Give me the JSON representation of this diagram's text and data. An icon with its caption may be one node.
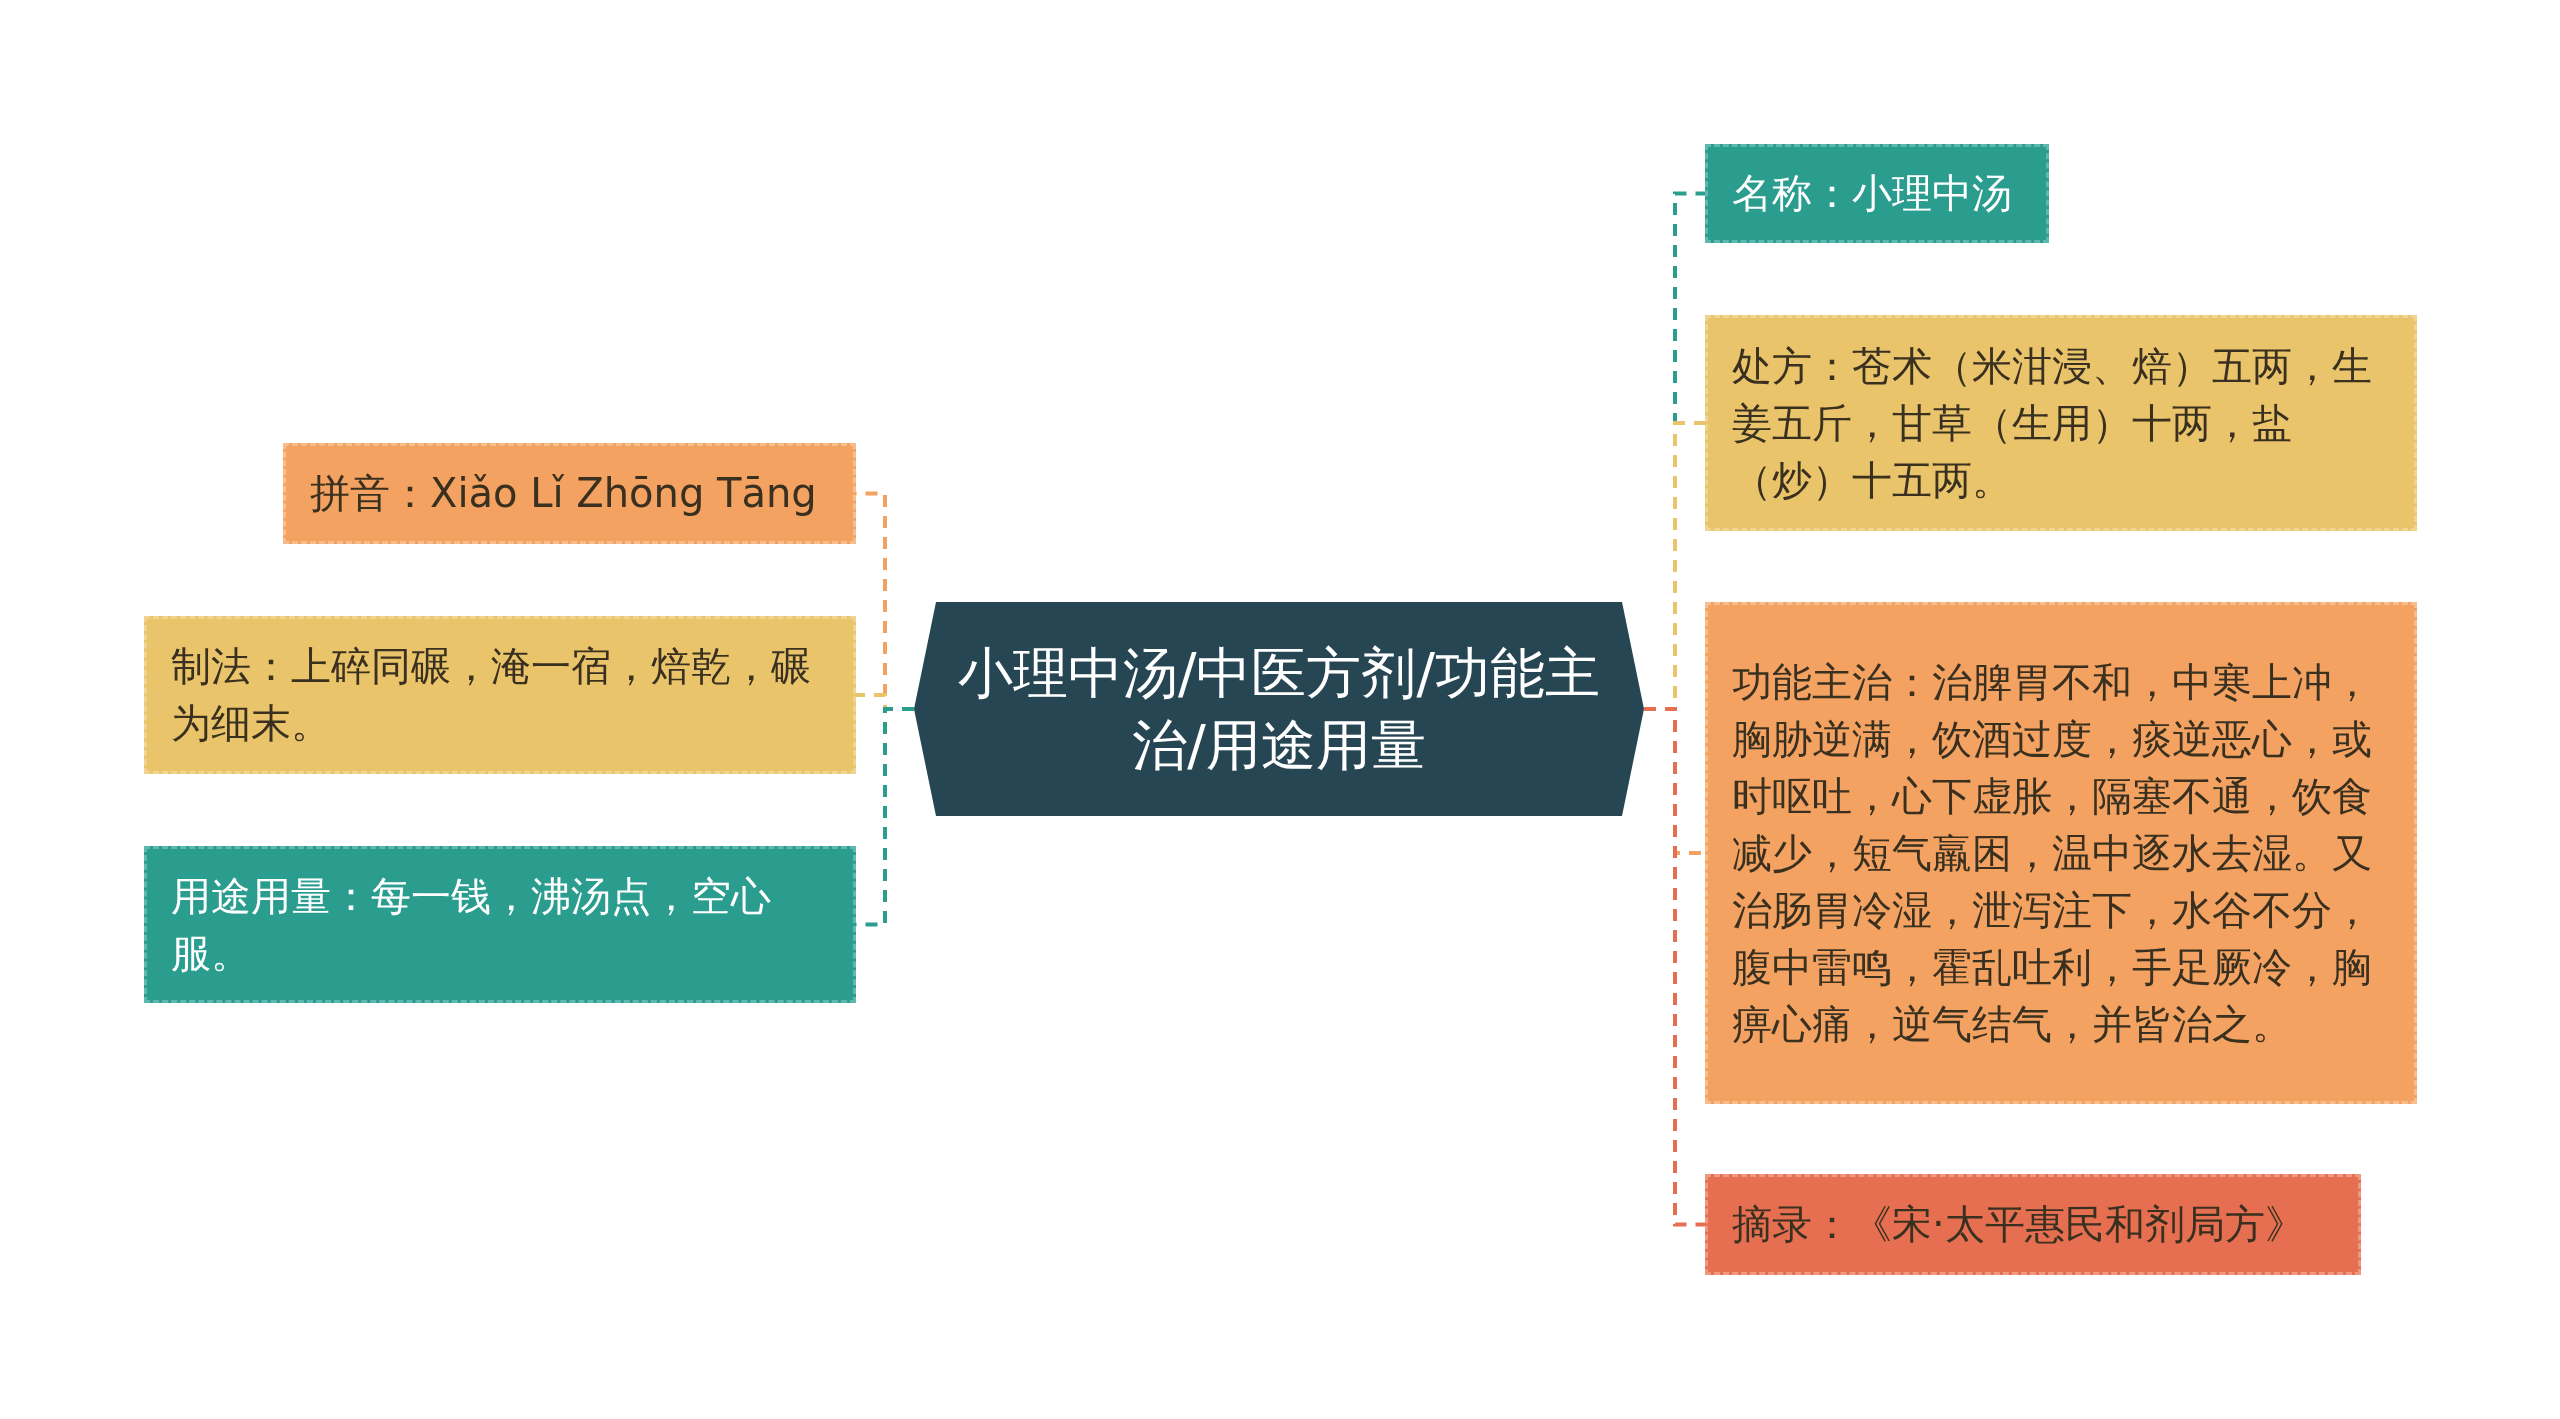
{
  "diagram": {
    "nodes": [
      {
        "text": [
          "小理中汤/中医方剂/功能主治/用途用量"
        ]
      },
      {
        "text": [
          "拼音：Xiǎo Lǐ Zhōng Tāng"
        ]
      },
      {
        "text": [
          "制法：上碎同碾，淹一宿，焙乾，碾为细末。"
        ]
      },
      {
        "text": [
          "用途用量：每一钱，沸汤点，空心服。"
        ]
      },
      {
        "text": [
          "名称：小理中汤"
        ]
      },
      {
        "text": [
          "处方：苍术（米泔浸、焙）五两，生姜五斤，甘草（生用）十两，盐（炒）十五两。"
        ]
      },
      {
        "text": [
          "功能主治：治脾胃不和，中寒上冲，胸胁逆满，饮酒过度，痰逆恶心，或时呕吐，心下虚胀，隔塞不通，饮食减少，短气羸困，温中逐水去湿。又治肠胃冷湿，泄泻注下，水谷不分，腹中雷鸣，霍乱吐利，手足厥冷，胸痹心痛，逆气结气，并皆治之。"
        ]
      },
      {
        "text": [
          "摘录：《宋·太平惠民和剂局方》"
        ]
      }
    ],
    "edges": [
      {
        "from": 0,
        "to": 1,
        "arrow": "none",
        "style": "dashed",
        "color": "#f4a261"
      },
      {
        "from": 0,
        "to": 2,
        "arrow": "none",
        "style": "dashed",
        "color": "#e9c46a"
      },
      {
        "from": 0,
        "to": 3,
        "arrow": "none",
        "style": "dashed",
        "color": "#2a9d8f"
      },
      {
        "from": 0,
        "to": 4,
        "arrow": "none",
        "style": "dashed",
        "color": "#2a9d8f"
      },
      {
        "from": 0,
        "to": 5,
        "arrow": "none",
        "style": "dashed",
        "color": "#e9c46a"
      },
      {
        "from": 0,
        "to": 6,
        "arrow": "none",
        "style": "dashed",
        "color": "#f4a261"
      },
      {
        "from": 0,
        "to": 7,
        "arrow": "none",
        "style": "dashed",
        "color": "#e76f51"
      }
    ]
  }
}
